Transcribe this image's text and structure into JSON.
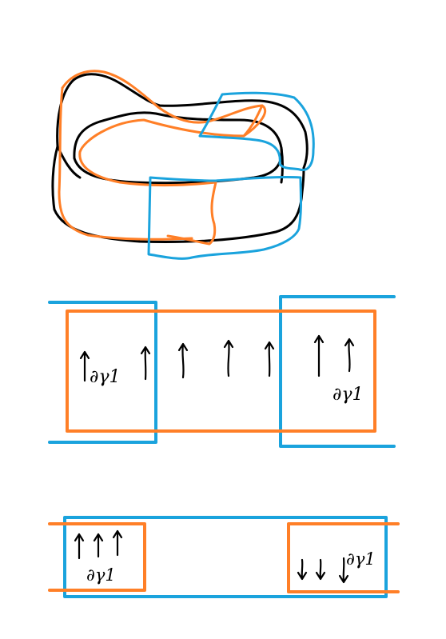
{
  "colors": {
    "ink": "#000000",
    "orange": "#ff7f27",
    "blue": "#1aa3dd",
    "background": "#ffffff"
  },
  "middle_panel": {
    "left_label": "∂γ1",
    "right_label": "∂γ1",
    "arrows": [
      "up",
      "up",
      "up",
      "up",
      "up",
      "up",
      "up"
    ]
  },
  "bottom_panel": {
    "left_label": "∂γ1",
    "right_label": "∂γ1",
    "left_arrows": [
      "up",
      "up",
      "up"
    ],
    "right_arrows": [
      "down",
      "down",
      "down"
    ]
  }
}
